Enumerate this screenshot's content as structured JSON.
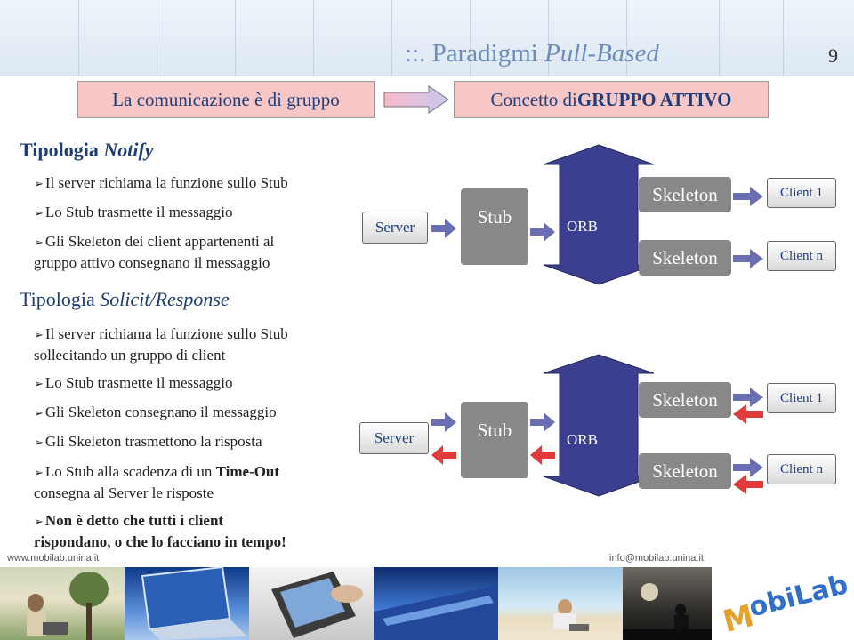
{
  "slide": {
    "title_prefix": "::. Paradigmi ",
    "title_italic": "Pull-Based",
    "page_number": "9"
  },
  "banner": {
    "left": "La comunicazione è di gruppo",
    "right_prefix": "Concetto di ",
    "right_bold": "GRUPPO ATTIVO"
  },
  "notify": {
    "title_prefix": "Tipologia ",
    "title_italic": "Notify",
    "bullets": [
      "Il server richiama la funzione sullo Stub",
      "Lo Stub trasmette il messaggio",
      "Gli Skeleton dei client appartenenti al",
      "gruppo attivo consegnano il messaggio"
    ]
  },
  "solicit": {
    "title_prefix": "Tipologia ",
    "title_italic": "Solicit/Response",
    "bullets": [
      "Il server richiama la funzione sullo Stub",
      "sollecitando un gruppo di client",
      "Lo Stub trasmette il messaggio",
      "Gli Skeleton consegnano il messaggio",
      "Gli Skeleton trasmettono la risposta",
      "Lo Stub alla scadenza di un ",
      "Time-Out",
      "consegna al Server le risposte",
      "Non è detto che tutti i client",
      "rispondano, o che lo facciano in tempo!"
    ]
  },
  "diagram": {
    "server": "Server",
    "stub": "Stub",
    "orb": "ORB",
    "skeleton": "Skeleton",
    "client_1": "Client 1",
    "client_n": "Client n"
  },
  "footer": {
    "website": "www.mobilab.unina.it",
    "email": "info@mobilab.unina.it",
    "logo_text": "MobiLab"
  },
  "colors": {
    "title": "#6d8cbd",
    "section_title": "#1e3c72",
    "banner_bg": "#f7c7c7",
    "orb_blue": "#3c3f8f",
    "request_arrow": "#6a6fb3",
    "response_arrow": "#e03a3a"
  }
}
